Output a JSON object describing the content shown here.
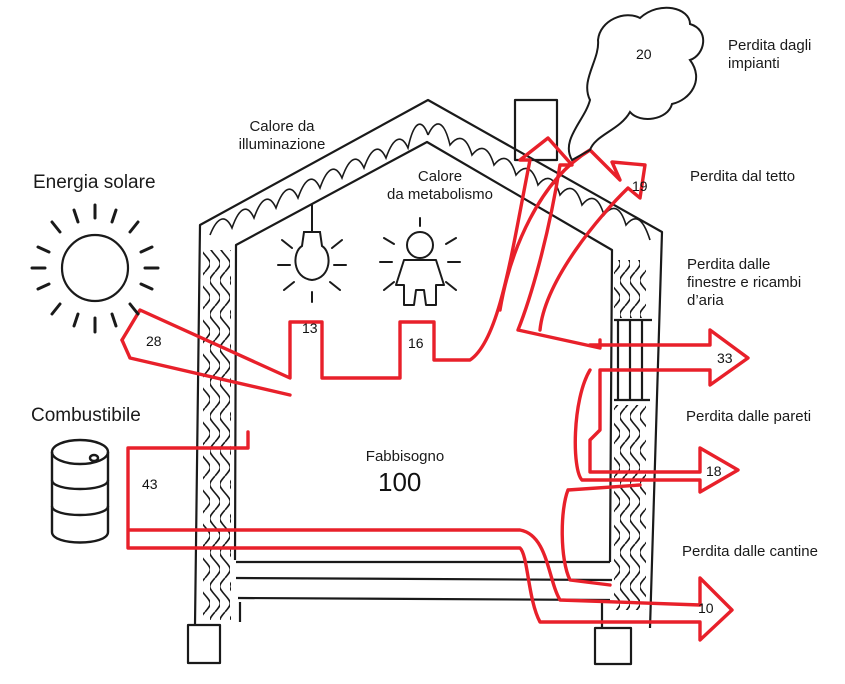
{
  "colors": {
    "flow": "#e8202a",
    "ink": "#1a1a1a",
    "background": "#ffffff"
  },
  "inputs": {
    "solar": {
      "label": "Energia solare",
      "value": "28"
    },
    "fuel": {
      "label": "Combustibile",
      "value": "43"
    },
    "lighting": {
      "label": "Calore da\nilluminazione",
      "value": "13"
    },
    "metabolism": {
      "label": "Calore\nda metabolismo",
      "value": "16"
    }
  },
  "demand": {
    "label": "Fabbisogno",
    "value": "100"
  },
  "losses": {
    "systems": {
      "label": "Perdita dagli\nimpianti",
      "value": "20"
    },
    "roof": {
      "label": "Perdita dal tetto",
      "value": "19"
    },
    "windows": {
      "label": "Perdita dalle\nfinestre e ricambi\nd’aria",
      "value": "33"
    },
    "walls": {
      "label": "Perdita dalle pareti",
      "value": "18"
    },
    "basement": {
      "label": "Perdita dalle cantine",
      "value": "10"
    }
  },
  "icons": [
    "sun-icon",
    "fuel-barrel-icon",
    "light-bulb-icon",
    "person-icon",
    "smoke-cloud-icon"
  ]
}
